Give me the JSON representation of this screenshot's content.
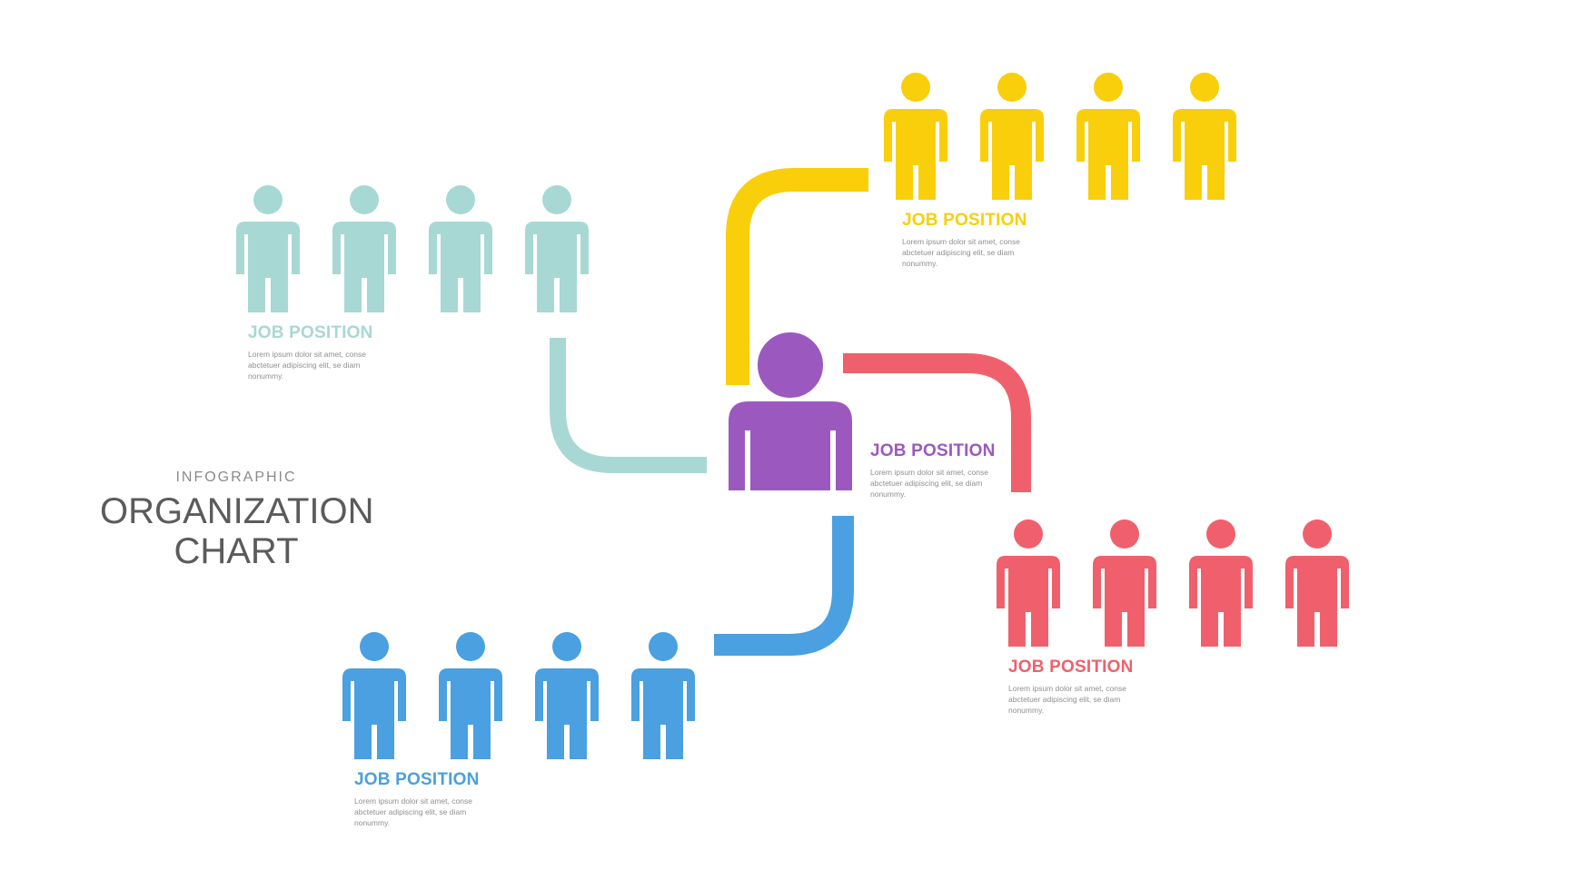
{
  "title": {
    "eyebrow": "INFOGRAPHIC",
    "line1": "ORGANIZATION",
    "line2": "CHART"
  },
  "center": {
    "position": "JOB POSITION",
    "description": "Lorem ipsum dolor sit amet, conse abctetuer adipiscing elit, se diam nonummy.",
    "color": "#9b59c0"
  },
  "teams": [
    {
      "id": "teal",
      "position": "JOB POSITION",
      "description": "Lorem ipsum dolor sit amet, conse abctetuer adipiscing elit, se diam nonummy.",
      "color": "#a8d8d4",
      "members": 4
    },
    {
      "id": "yellow",
      "position": "JOB POSITION",
      "description": "Lorem ipsum dolor sit amet, conse abctetuer adipiscing elit, se diam nonummy.",
      "color": "#f9cf0c",
      "members": 4
    },
    {
      "id": "red",
      "position": "JOB POSITION",
      "description": "Lorem ipsum dolor sit amet, conse abctetuer adipiscing elit, se diam nonummy.",
      "color": "#f0606c",
      "members": 4
    },
    {
      "id": "blue",
      "position": "JOB POSITION",
      "description": "Lorem ipsum dolor sit amet, conse abctetuer adipiscing elit, se diam nonummy.",
      "color": "#4aa0e0",
      "members": 4
    }
  ]
}
